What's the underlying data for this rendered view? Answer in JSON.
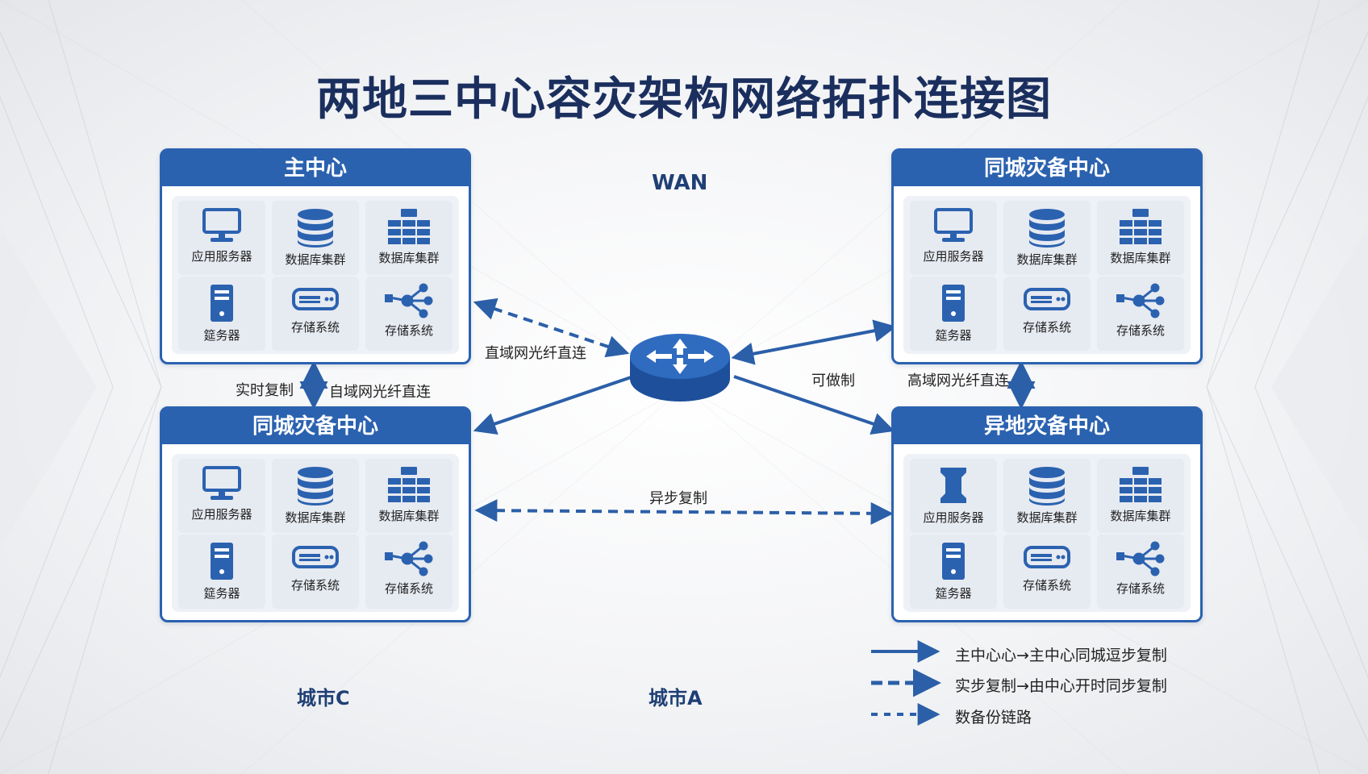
{
  "title": "两地三中心容灾架构网络拓扑连接图",
  "wan_label": "WAN",
  "panels": {
    "main": {
      "title": "主中心",
      "cells": [
        {
          "icon": "monitor-icon",
          "label": "应用服务器"
        },
        {
          "icon": "database-icon",
          "label": "数据库集群"
        },
        {
          "icon": "cluster-icon",
          "label": "数据库集群"
        },
        {
          "icon": "server-tower-icon",
          "label": "筵务器"
        },
        {
          "icon": "storage-icon",
          "label": "存储系统"
        },
        {
          "icon": "network-icon",
          "label": "存储系统"
        }
      ]
    },
    "same_city_top": {
      "title": "同城灾备中心",
      "cells": [
        {
          "icon": "monitor-icon",
          "label": "应用服务器"
        },
        {
          "icon": "database-icon",
          "label": "数据库集群"
        },
        {
          "icon": "cluster-icon",
          "label": "数据库集群"
        },
        {
          "icon": "server-tower-icon",
          "label": "筵务器"
        },
        {
          "icon": "storage-icon",
          "label": "存储系统"
        },
        {
          "icon": "network-icon",
          "label": "存储系统"
        }
      ]
    },
    "same_city_bottom": {
      "title": "同城灾备中心",
      "cells": [
        {
          "icon": "monitor-icon",
          "label": "应用服务器"
        },
        {
          "icon": "database-icon",
          "label": "数据库集群"
        },
        {
          "icon": "cluster-icon",
          "label": "数据库集群"
        },
        {
          "icon": "server-tower-icon",
          "label": "筵务器"
        },
        {
          "icon": "storage-icon",
          "label": "存储系统"
        },
        {
          "icon": "network-icon",
          "label": "存储系统"
        }
      ]
    },
    "remote": {
      "title": "异地灾备中心",
      "cells": [
        {
          "icon": "rack-icon",
          "label": "应用服务器"
        },
        {
          "icon": "database-icon",
          "label": "数据库集群"
        },
        {
          "icon": "cluster-icon",
          "label": "数据库集群"
        },
        {
          "icon": "server-tower-icon",
          "label": "筵务器"
        },
        {
          "icon": "storage-icon",
          "label": "存储系统"
        },
        {
          "icon": "network-icon",
          "label": "存储系统"
        }
      ]
    }
  },
  "links": {
    "main_to_router": "直域网光纤直连",
    "left_vertical_a": "实时复制",
    "left_vertical_b": "自域网光纤直连",
    "right_a": "可做制",
    "right_b": "高域网光纤直连",
    "async": "异步复制"
  },
  "cities": {
    "c": "城市C",
    "a": "城市A"
  },
  "legend": [
    {
      "style": "solid",
      "text": "主中心心→主中心同城逗步复制"
    },
    {
      "style": "dashed",
      "text": "实步复制→由中心开时同步复制"
    },
    {
      "style": "dotted",
      "text": "数备份链路"
    }
  ],
  "colors": {
    "accent": "#2b62b0",
    "title": "#1b2f5e",
    "line": "#2b5fa8"
  }
}
